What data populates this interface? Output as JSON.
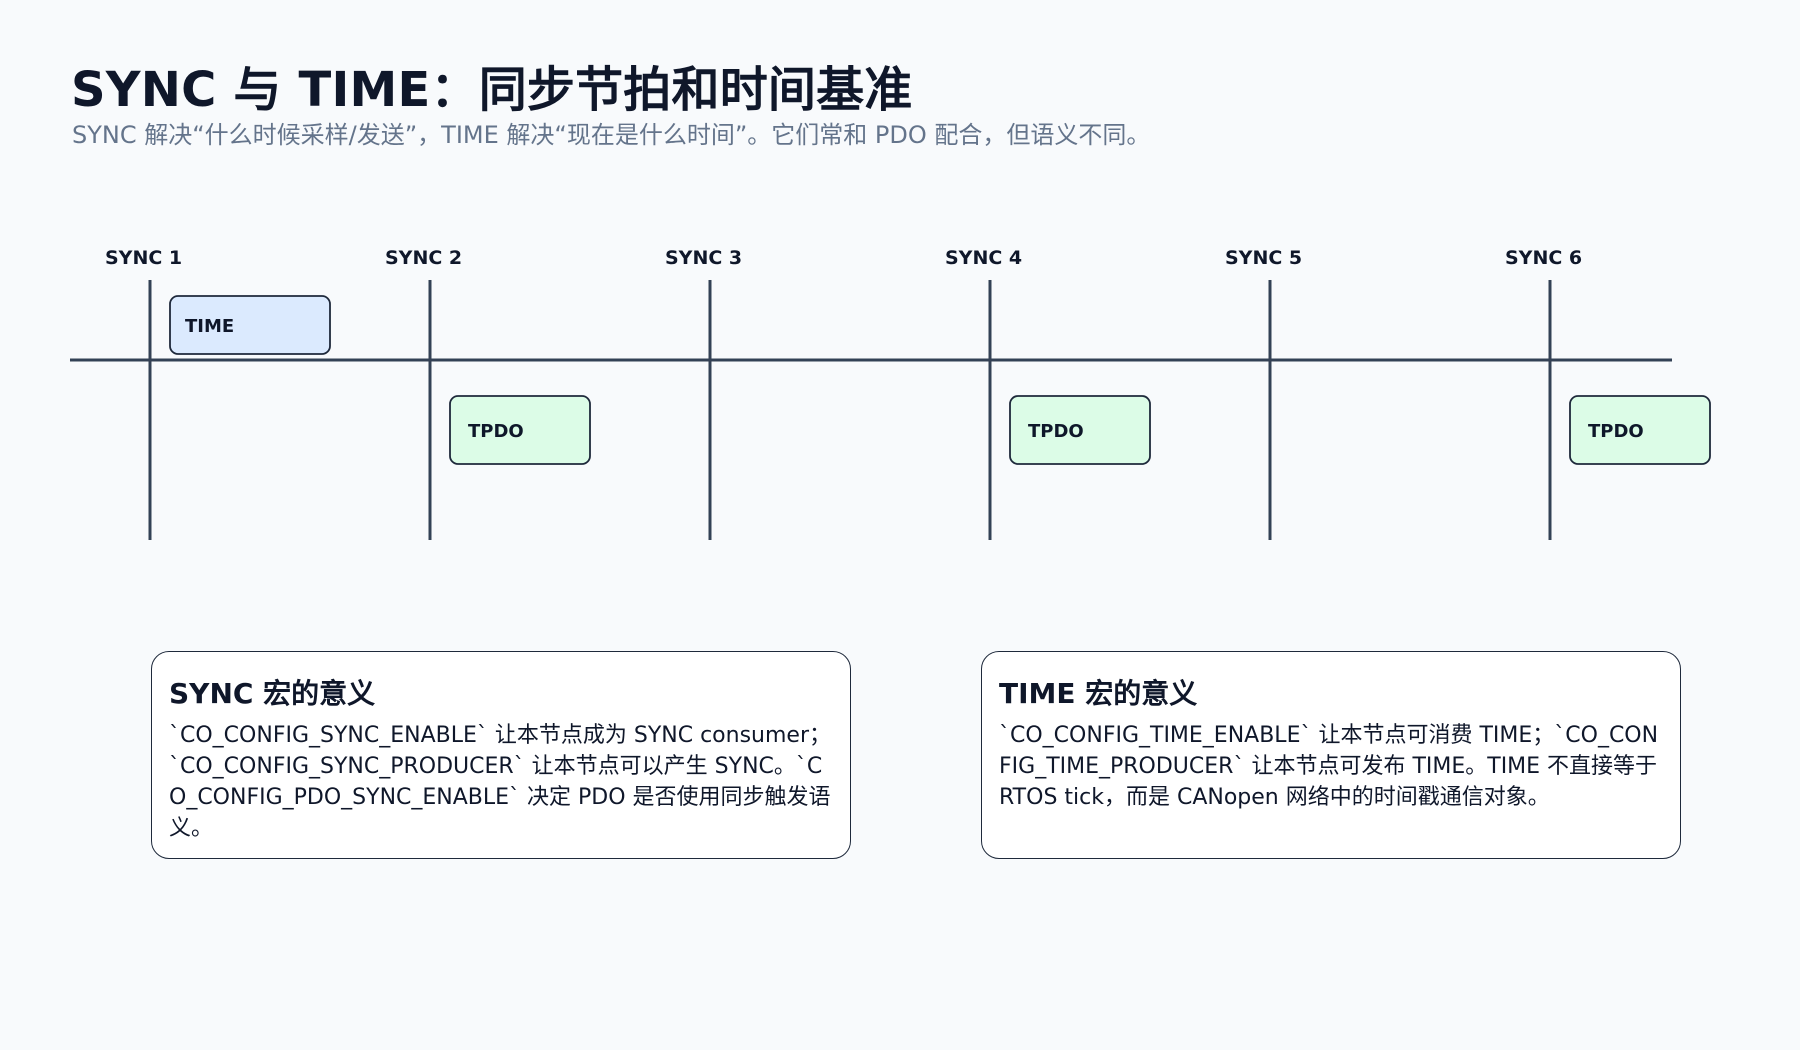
{
  "header": {
    "title": "SYNC 与 TIME：同步节拍和时间基准",
    "subtitle": "SYNC 解决“什么时候采样/发送”，TIME 解决“现在是什么时间”。它们常和 PDO 配合，但语义不同。"
  },
  "timeline": {
    "ticks": [
      "SYNC 1",
      "SYNC 2",
      "SYNC 3",
      "SYNC 4",
      "SYNC 5",
      "SYNC 6"
    ],
    "events": [
      {
        "label": "TIME",
        "after_tick": 1,
        "lane": "above",
        "color": "#dbeafe"
      },
      {
        "label": "TPDO",
        "after_tick": 2,
        "lane": "below",
        "color": "#dcfce7"
      },
      {
        "label": "TPDO",
        "after_tick": 4,
        "lane": "below",
        "color": "#dcfce7"
      },
      {
        "label": "TPDO",
        "after_tick": 6,
        "lane": "below",
        "color": "#dcfce7"
      }
    ],
    "line_color": "#334155"
  },
  "cards": {
    "sync": {
      "title": "SYNC 宏的意义",
      "body": "`CO_CONFIG_SYNC_ENABLE` 让本节点成为 SYNC consumer；`CO_CONFIG_SYNC_PRODUCER` 让本节点可以产生 SYNC。`CO_CONFIG_PDO_SYNC_ENABLE` 决定 PDO 是否使用同步触发语义。"
    },
    "time": {
      "title": "TIME 宏的意义",
      "body": "`CO_CONFIG_TIME_ENABLE` 让本节点可消费 TIME；`CO_CONFIG_TIME_PRODUCER` 让本节点可发布 TIME。TIME 不直接等于 RTOS tick，而是 CANopen 网络中的时间戳通信对象。"
    }
  }
}
